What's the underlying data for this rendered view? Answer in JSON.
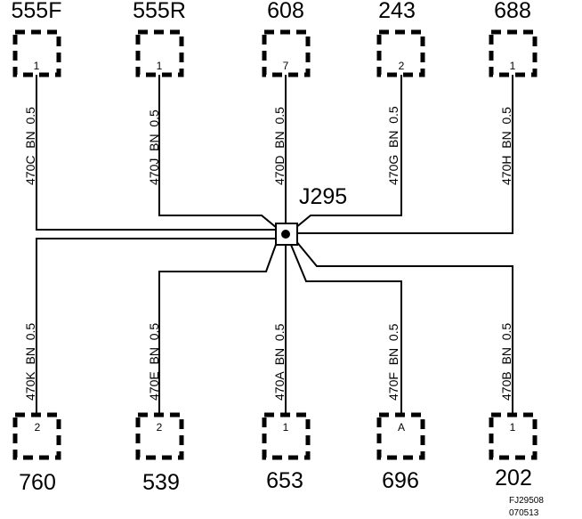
{
  "splice": {
    "label": "J295"
  },
  "connectors_top": [
    {
      "name": "555F",
      "pin": "1",
      "wire": "470C  BN  0.5"
    },
    {
      "name": "555R",
      "pin": "1",
      "wire": "470J  BN  0.5"
    },
    {
      "name": "608",
      "pin": "7",
      "wire": "470D  BN  0.5"
    },
    {
      "name": "243",
      "pin": "2",
      "wire": "470G  BN  0.5"
    },
    {
      "name": "688",
      "pin": "1",
      "wire": "470H  BN  0.5"
    }
  ],
  "connectors_bottom": [
    {
      "name": "760",
      "pin": "2",
      "wire": "470K  BN  0.5"
    },
    {
      "name": "539",
      "pin": "2",
      "wire": "470E  BN  0.5"
    },
    {
      "name": "653",
      "pin": "1",
      "wire": "470A  BN  0.5"
    },
    {
      "name": "696",
      "pin": "A",
      "wire": "470F  BN  0.5"
    },
    {
      "name": "202",
      "pin": "1",
      "wire": "470B  BN  0.5"
    }
  ],
  "footer": {
    "code": "FJ29508",
    "date": "070513"
  }
}
